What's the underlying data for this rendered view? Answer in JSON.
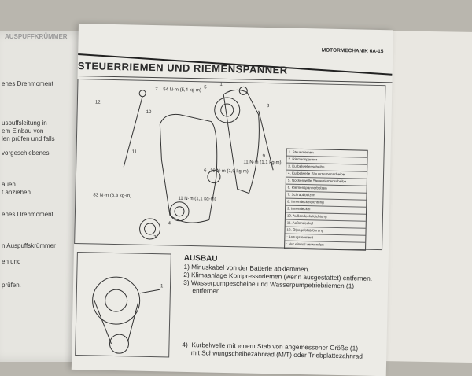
{
  "left_page": {
    "header": "AUSPUFFKRÜMMER",
    "lines": [
      "enes Drehmoment",
      "uspuffsleitung in",
      "em Einbau von",
      "len prüfen und falls",
      "vorgeschiebenes",
      "auen.",
      "t anziehen.",
      "enes Drehmoment",
      "n Auspuffskrümmer",
      "en und",
      "prüfen."
    ]
  },
  "header": {
    "section": "MOTORMECHANIK 6A-15",
    "title": "STEUERRIEMEN UND RIEMENSPANNER"
  },
  "diagram": {
    "labels": [
      "12",
      "10",
      "11",
      "5",
      "1",
      "8",
      "9",
      "4",
      "3",
      "7",
      "6"
    ],
    "torques": [
      "54 N·m (5,4 kg-m)",
      "19 N·m (1,9 kg-m)",
      "11 N·m (1,1 kg-m)",
      "11 N·m (1,1 kg-m)",
      "83 N·m (8,3 kg-m)"
    ],
    "legend": [
      "1. Steuerriemen",
      "2. Riemenspanner",
      "3. Kurbelwellenscheibe",
      "4. Kurbelwelle Steuerriemenscheibe",
      "5. Nockenwelle Steuerriemenscheibe",
      "6. Riemenspannerbolzen",
      "7. Schraubbolzen",
      "8. Innendeckeldichtung",
      "9. Innendeckel",
      "10. Außendeckeldichtung",
      "11. Außendeckel",
      "12. Ölpegelstabführung",
      ": Anzugsmoment",
      ": Nur einmal verwenden"
    ]
  },
  "ausbau": {
    "heading": "AUSBAU",
    "steps": [
      "1)  Minuskabel von der Batterie abklemmen.",
      "2)  Klimaanlage Kompressoriemen (wenn ausgestattet) entfernen.",
      "3)  Wasserpumpescheibe und Wasserpumpetriebriemen (1)",
      "     entfernen."
    ],
    "step4": [
      "4)  Kurbelwelle mit einem Stab von angemessener Größe (1)",
      "     mit Schwungscheibezahnrad (M/T) oder Triebplattezahnrad"
    ],
    "photo_label": "1"
  }
}
